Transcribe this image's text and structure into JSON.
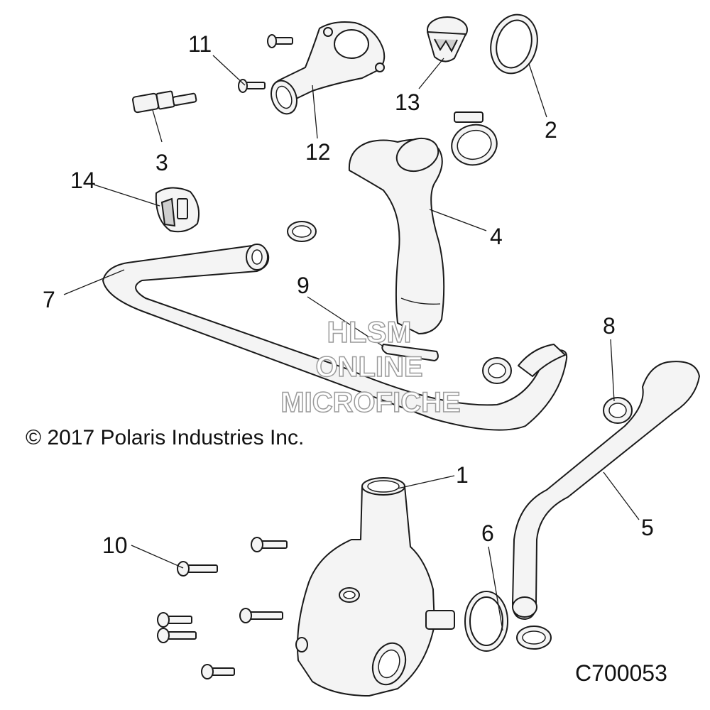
{
  "callouts": [
    "1",
    "2",
    "3",
    "4",
    "5",
    "6",
    "7",
    "8",
    "9",
    "10",
    "11",
    "12",
    "13",
    "14"
  ],
  "watermark": [
    "HLSM",
    "ONLINE",
    "MICROFICHE"
  ],
  "copyright": "© 2017 Polaris Industries Inc.",
  "figure_id": "C700053"
}
